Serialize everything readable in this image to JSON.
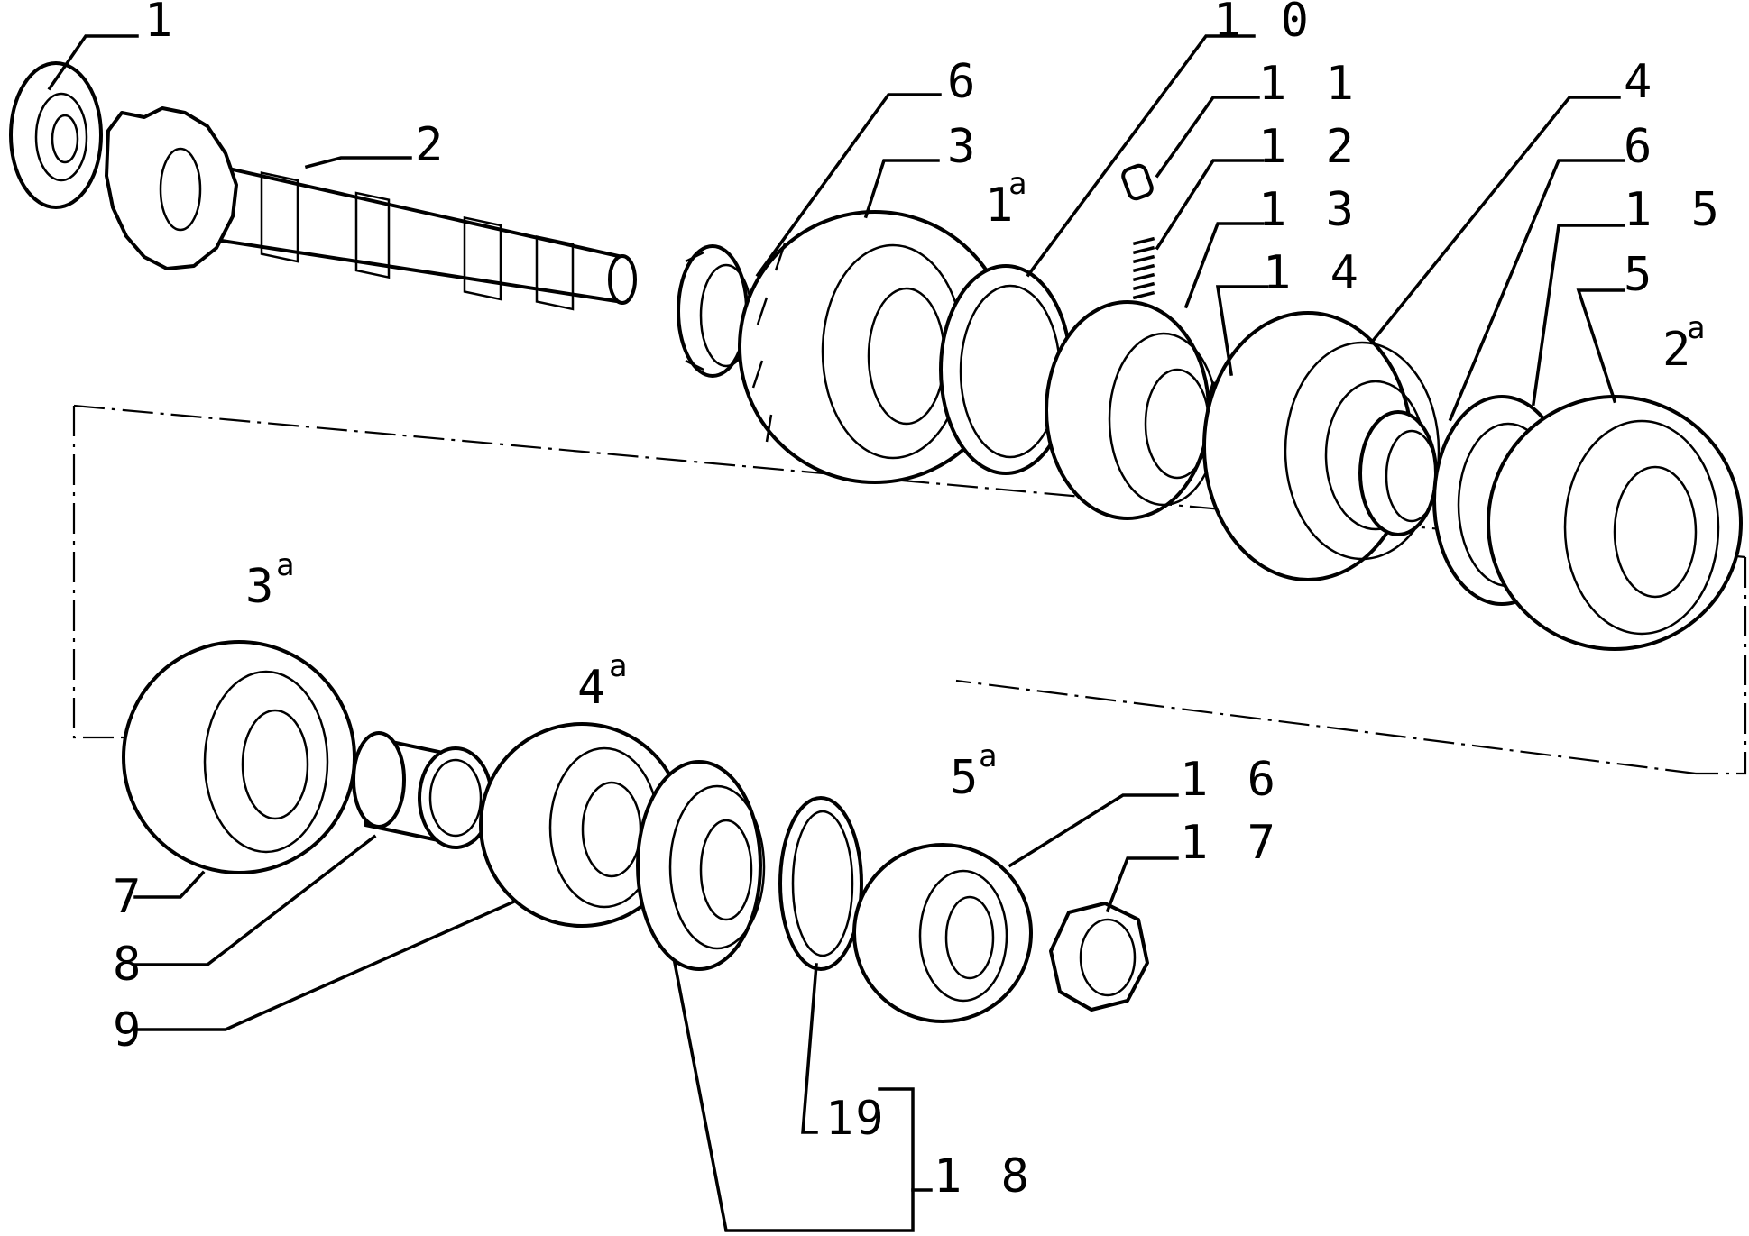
{
  "labels": {
    "l1": "1",
    "l2": "2",
    "l3": "3",
    "l4": "4",
    "l5": "5",
    "l6a": "6",
    "l6b": "6",
    "l7": "7",
    "l8": "8",
    "l9": "9",
    "l10": "1 0",
    "l11": "1 1",
    "l12": "1 2",
    "l13": "1 3",
    "l14": "1 4",
    "l15": "1 5",
    "l16": "1 6",
    "l17": "1 7",
    "l18": "1 8",
    "l19": "19"
  },
  "gear_marks": {
    "m1": {
      "num": "1",
      "sup": "a"
    },
    "m2": {
      "num": "2",
      "sup": "a"
    },
    "m3": {
      "num": "3",
      "sup": "a"
    },
    "m4": {
      "num": "4",
      "sup": "a"
    },
    "m5": {
      "num": "5",
      "sup": "a"
    }
  }
}
